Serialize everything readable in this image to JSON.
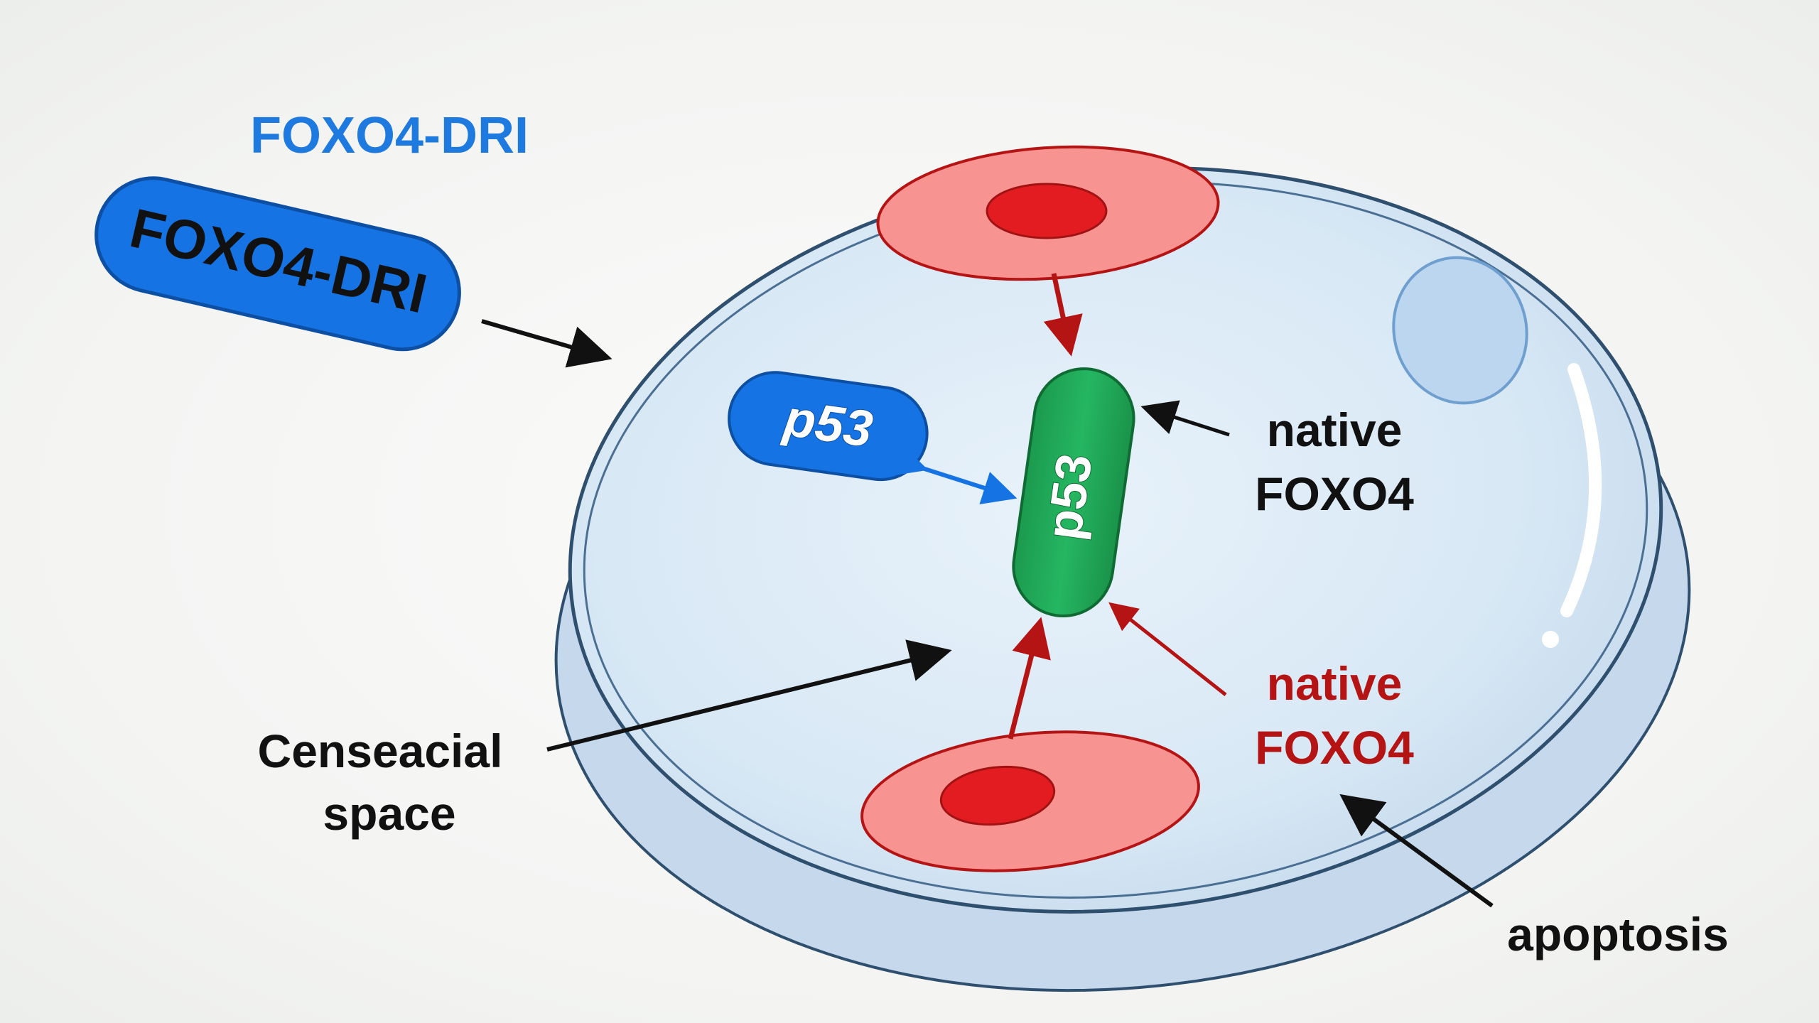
{
  "title": "FOXO4-DRI",
  "pill_foxo4_dri": "FOXO4-DRI",
  "pill_p53_blue": "p53",
  "pill_p53_green": "p53",
  "label_native_foxo4_top": [
    "native",
    "FOXO4"
  ],
  "label_native_foxo4_red": [
    "native",
    "FOXO4"
  ],
  "label_extracellular": [
    "Censeacial",
    "space"
  ],
  "label_apoptosis": "apoptosis",
  "colors": {
    "title_blue": "#1f7ae0",
    "pill_blue": "#1573e3",
    "p53_green": "#1fa957",
    "red_dark": "#b51414",
    "red_cell": "#f79391",
    "red_nucleus": "#e31c22",
    "membrane": "#2f4f6e",
    "cell_fill": "#dcebf6",
    "text_black": "#111111"
  }
}
